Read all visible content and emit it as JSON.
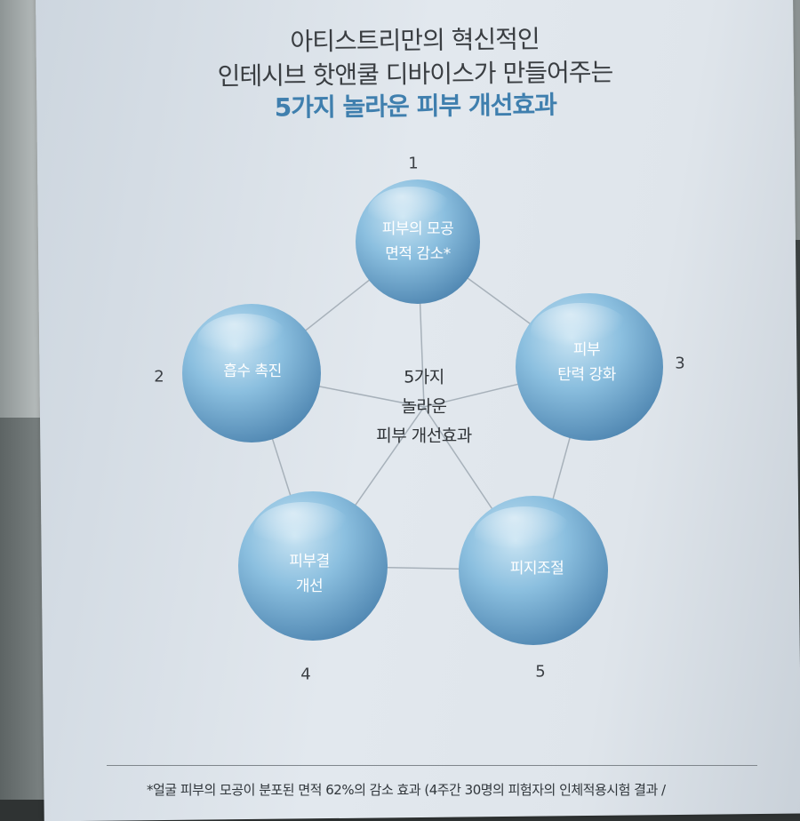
{
  "headline": {
    "line1": "아티스트리만의 혁신적인",
    "line2": "인테시브 핫앤쿨 디바이스가 만들어주는",
    "line3": "5가지 놀라운 피부 개선효과"
  },
  "center": {
    "line1": "5가지",
    "line2": "놀라운",
    "line3": "피부 개선효과"
  },
  "benefits": [
    {
      "number": "1",
      "line1": "피부의 모공",
      "line2": "면적 감소*"
    },
    {
      "number": "2",
      "line1": "흡수 촉진",
      "line2": ""
    },
    {
      "number": "3",
      "line1": "피부",
      "line2": "탄력 강화"
    },
    {
      "number": "4",
      "line1": "피부결",
      "line2": "개선"
    },
    {
      "number": "5",
      "line1": "피지조절",
      "line2": ""
    }
  ],
  "footnote": "*얼굴 피부의 모공이 분포된 면적 62%의 감소 효과 (4주간 30명의 피험자의 인체적용시험 결과 /",
  "colors": {
    "headline_accent": "#3f7fae",
    "bubble_light": "#bcdcef",
    "bubble_dark": "#5c93bd"
  }
}
